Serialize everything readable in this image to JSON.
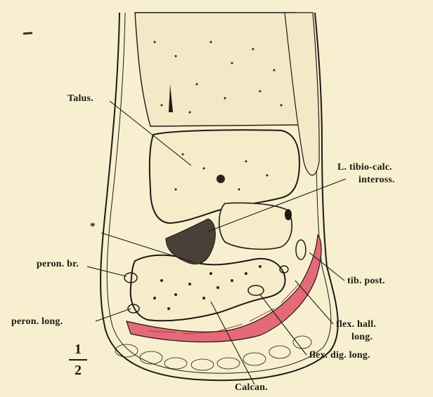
{
  "figure": {
    "scale": {
      "numerator": "1",
      "denominator": "2"
    },
    "labels": {
      "talus": "Talus.",
      "lig_line1": "L. tibio-calc.",
      "lig_line2": "inteross.",
      "asterisk": "*",
      "peron_br": "peron. br.",
      "peron_long": "peron. long.",
      "tib_post": "tib. post.",
      "flex_hall_line1": "flex. hall.",
      "flex_hall_line2": "long.",
      "flex_dig": "flex. dig. long.",
      "calcan": "Calcan."
    },
    "colors": {
      "paper": "#f7efcf",
      "ink": "#1d1a16",
      "tendon_red": "#e56a78"
    }
  }
}
